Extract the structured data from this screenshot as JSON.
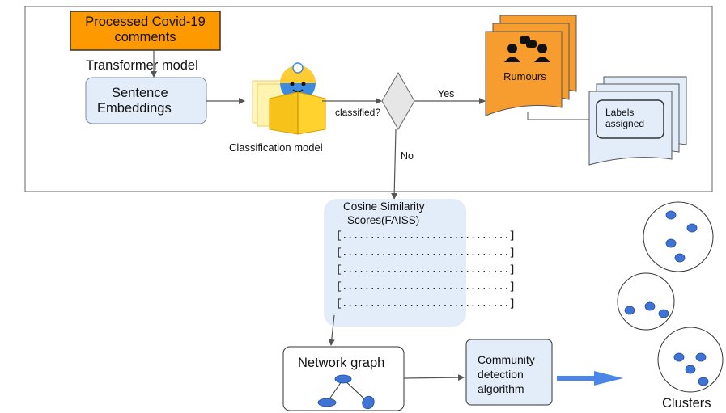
{
  "input": {
    "line1": "Processed Covid-19",
    "line2": "comments"
  },
  "transformer_label": "Transformer model",
  "embeddings": {
    "line1": "Sentence",
    "line2": "Embeddings"
  },
  "classification_label": "Classification model",
  "decision": {
    "question": "classified?",
    "yes": "Yes",
    "no": "No"
  },
  "rumours_label": "Rumours",
  "labels_box": {
    "line1": "Labels",
    "line2": "assigned"
  },
  "cosine": {
    "title1": "Cosine Similarity",
    "title2": "Scores(FAISS)",
    "rows": [
      "[..............................]",
      "[..............................]",
      "[..............................]",
      "[..............................]",
      "[..............................]"
    ]
  },
  "network_label": "Network graph",
  "community": {
    "line1": "Community",
    "line2": "detection",
    "line3": "algorithm"
  },
  "clusters_label": "Clusters",
  "colors": {
    "orange": "#f79d2f",
    "input_orange": "#ff9900",
    "light_blue": "#e3edf9",
    "node_blue": "#3d74d6"
  }
}
